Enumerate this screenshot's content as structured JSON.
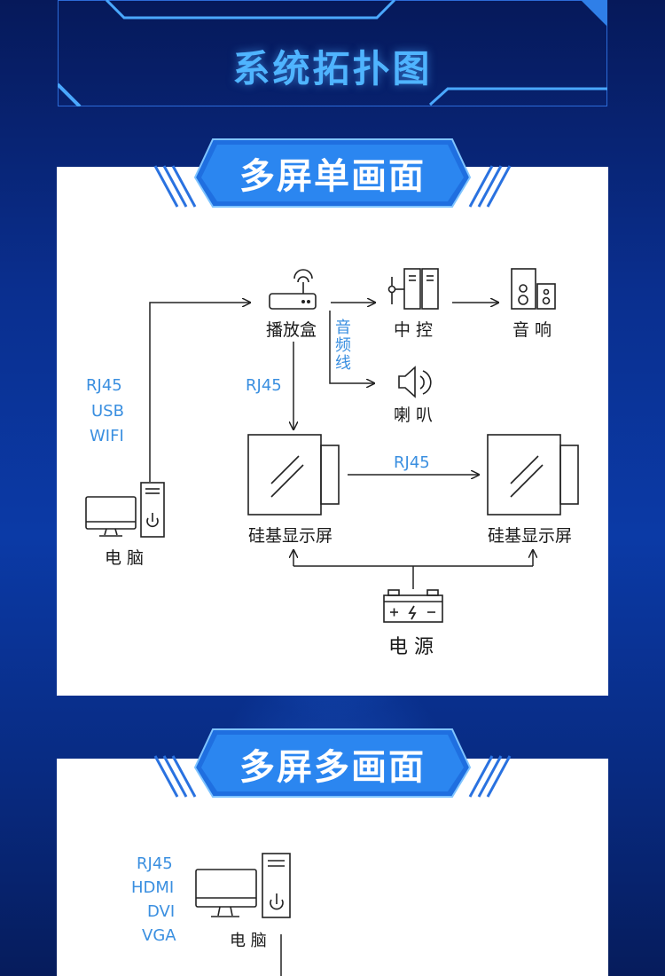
{
  "header": {
    "title": "系统拓扑图"
  },
  "section1": {
    "title": "多屏单画面",
    "nodes": {
      "player": "播放盒",
      "control": "中 控",
      "audio": "音 响",
      "speaker": "喇 叭",
      "screen_left": "硅基显示屏",
      "screen_right": "硅基显示屏",
      "computer": "电 脑",
      "power": "电 源"
    },
    "connections": {
      "computer_links": [
        "RJ45",
        "USB",
        "WIFI"
      ],
      "player_to_screen": "RJ45",
      "screen_to_screen": "RJ45",
      "audio_line": "音频线"
    }
  },
  "section2": {
    "title": "多屏多画面",
    "nodes": {
      "computer": "电 脑"
    },
    "connections": {
      "computer_links": [
        "RJ45",
        "HDMI",
        "DVI",
        "VGA"
      ]
    }
  },
  "colors": {
    "accent": "#3a8fe0",
    "title": "#4fb4ff",
    "panel": "#ffffff",
    "line": "#222222"
  }
}
